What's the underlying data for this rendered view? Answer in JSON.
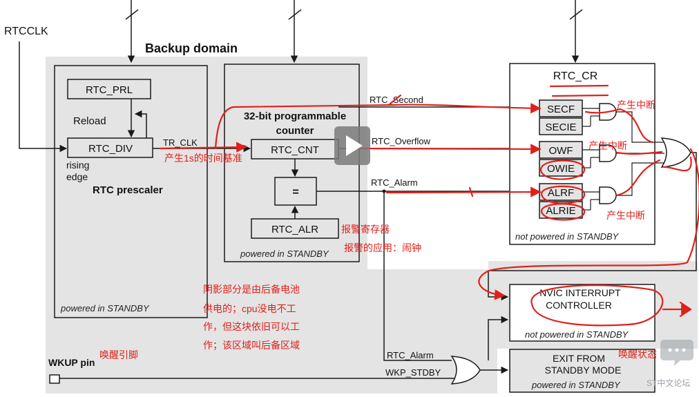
{
  "labels": {
    "rtcclk": "RTCCLK",
    "backup_domain": "Backup domain",
    "rtc_prl": "RTC_PRL",
    "reload": "Reload",
    "rtc_div": "RTC_DIV",
    "rising_edge_1": "rising",
    "rising_edge_2": "edge",
    "rtc_prescaler": "RTC prescaler",
    "powered_standby_left": "powered in STANDBY",
    "tr_clk": "TR_CLK",
    "counter_title_1": "32-bit programmable",
    "counter_title_2": "counter",
    "rtc_cnt": "RTC_CNT",
    "equals": "=",
    "rtc_alr": "RTC_ALR",
    "powered_standby_mid": "powered in STANDBY",
    "rtc_second": "RTC_Second",
    "rtc_overflow": "RTC_Overflow",
    "rtc_alarm": "RTC_Alarm",
    "rtc_cr": "RTC_CR",
    "secf": "SECF",
    "secie": "SECIE",
    "owf": "OWF",
    "owie": "OWIE",
    "alrf": "ALRF",
    "alrie": "ALRIE",
    "not_powered_cr": "not powered in STANDBY",
    "nvic_1": "NVIC INTERRUPT",
    "nvic_2": "CONTROLLER",
    "not_powered_nvic": "not powered in STANDBY",
    "wkup_pin": "WKUP pin",
    "rtc_alarm_2": "RTC_Alarm",
    "wkp_stdby": "WKP_STDBY",
    "exit_1": "EXIT FROM",
    "exit_2": "STANDBY MODE",
    "powered_standby_exit": "powered in STANDBY"
  },
  "notes": {
    "gen_1s": "产生1s的时间基准",
    "interrupt_1": "产生中断",
    "interrupt_2": "产生中断",
    "interrupt_3": "产生中断",
    "alarm_reg": "报警寄存器",
    "alarm_use": "报警的应用：闹钟",
    "shade_1": "阴影部分是由后备电池",
    "shade_2": "供电的；cpu没电不工",
    "shade_3": "作，但这块依旧可以工",
    "shade_4": "作；该区域叫后备区域",
    "wake_pin": "唤醒引脚",
    "wake_state": "唤醒状态"
  },
  "watermark": "ST中文论坛",
  "colors": {
    "annotation": "#e0201a",
    "shade": "#e4e4e4",
    "line": "#1a1a1a"
  },
  "icons": {
    "play": "play-icon",
    "chat": "chat-bubble-icon"
  }
}
